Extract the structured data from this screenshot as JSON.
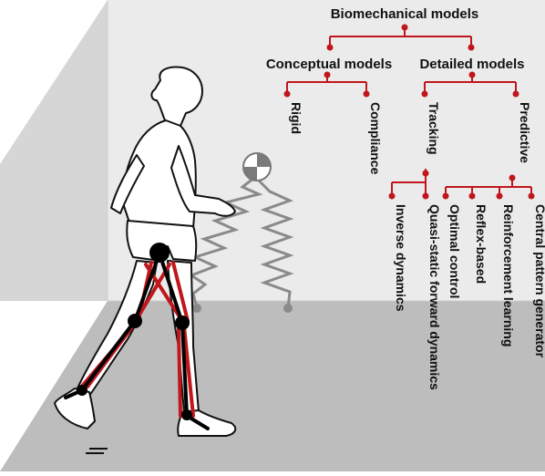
{
  "taxonomy": {
    "root": "Biomechanical models",
    "conceptual": "Conceptual models",
    "detailed": "Detailed models",
    "rigid": "Rigid",
    "compliance": "Compliance",
    "tracking": "Tracking",
    "predictive": "Predictive",
    "inverse_dynamics": "Inverse dynamics",
    "quasi_static": "Quasi-static forward dynamics",
    "optimal_control": "Optimal control",
    "reflex_based": "Reflex-based",
    "reinforcement_learning": "Reinforcement learning",
    "central_pattern_generator": "Central pattern generator"
  },
  "colors": {
    "tree_red": "#c0161c",
    "wall": "#ebebeb",
    "side_wall": "#d3d3d3",
    "floor": "#bdbdbd",
    "spring": "#8a8a8a"
  }
}
